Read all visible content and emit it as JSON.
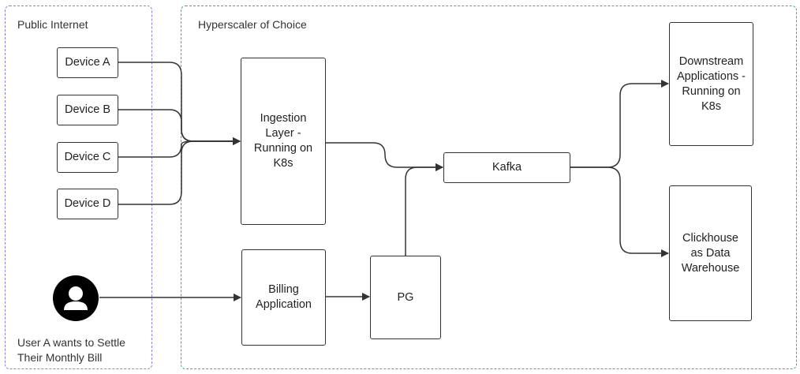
{
  "zones": {
    "public": "Public Internet",
    "cloud": "Hyperscaler of Choice"
  },
  "nodes": {
    "device_a": "Device A",
    "device_b": "Device B",
    "device_c": "Device C",
    "device_d": "Device D",
    "ingestion": "Ingestion\nLayer -\nRunning on\nK8s",
    "billing": "Billing\nApplication",
    "pg": "PG",
    "kafka": "Kafka",
    "downstream": "Downstream\nApplications -\nRunning on\nK8s",
    "clickhouse": "Clickhouse\nas Data\nWarehouse"
  },
  "user": {
    "icon": "user-icon",
    "caption": "User A wants to Settle\nTheir Monthly Bill"
  },
  "colors": {
    "public_border": "#8a7fe0",
    "cloud_border": "#2bb39a",
    "line": "#333333"
  }
}
